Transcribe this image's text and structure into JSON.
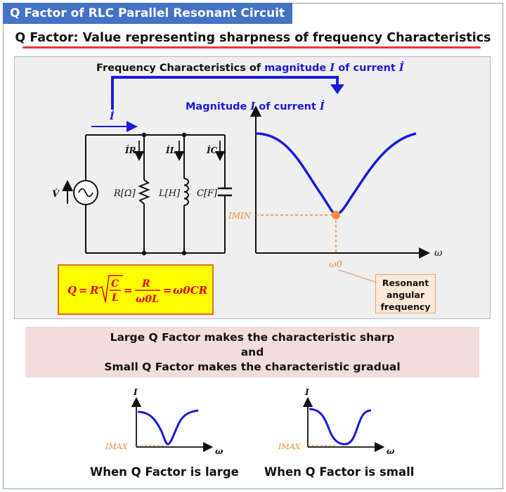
{
  "header": {
    "title": "Q Factor of RLC Parallel Resonant Circuit"
  },
  "headline": "Q Factor: Value representing sharpness of frequency Characteristics",
  "main_diagram": {
    "freq_label_prefix": "Frequency Characteristics of",
    "freq_label_mid": "magnitude",
    "freq_label_I": "I",
    "freq_label_of": "of current",
    "freq_label_Idot": "İ",
    "current_label": "İ",
    "mag_label_text": "Magnitude",
    "mag_label_I": "I",
    "mag_label_of": "of current",
    "mag_label_Idot": "İ"
  },
  "circuit": {
    "source_label": "V̇",
    "branch_currents": [
      "İR",
      "İL",
      "İC"
    ],
    "resistor_label": "R[Ω]",
    "inductor_label": "L[H]",
    "capacitor_label": "C[F]"
  },
  "main_graph": {
    "imin_label": "IMIN",
    "omega_label": "ω",
    "omega0_label": "ω0",
    "resonant_note": [
      "Resonant",
      "angular",
      "frequency"
    ]
  },
  "formula": {
    "Q": "Q",
    "eq": "=",
    "R": "R",
    "C": "C",
    "L": "L",
    "omega0L": "ω0L",
    "rhs": "ω0CR"
  },
  "comparison": {
    "lines": [
      "Large Q Factor makes the characteristic sharp",
      "and",
      "Small Q Factor makes the characteristic gradual"
    ],
    "graph_large": {
      "ylabel": "I",
      "xlabel": "ω",
      "level_label": "IMAX",
      "caption": "When Q Factor is large"
    },
    "graph_small": {
      "ylabel": "I",
      "xlabel": "ω",
      "level_label": "IMAX",
      "caption": "When Q Factor is small"
    }
  },
  "colors": {
    "title_bar": "#4472c4",
    "curve": "#1a1adb",
    "marker": "#f08c3c",
    "formula_bg": "#ffff00",
    "underline": "#e53935"
  }
}
